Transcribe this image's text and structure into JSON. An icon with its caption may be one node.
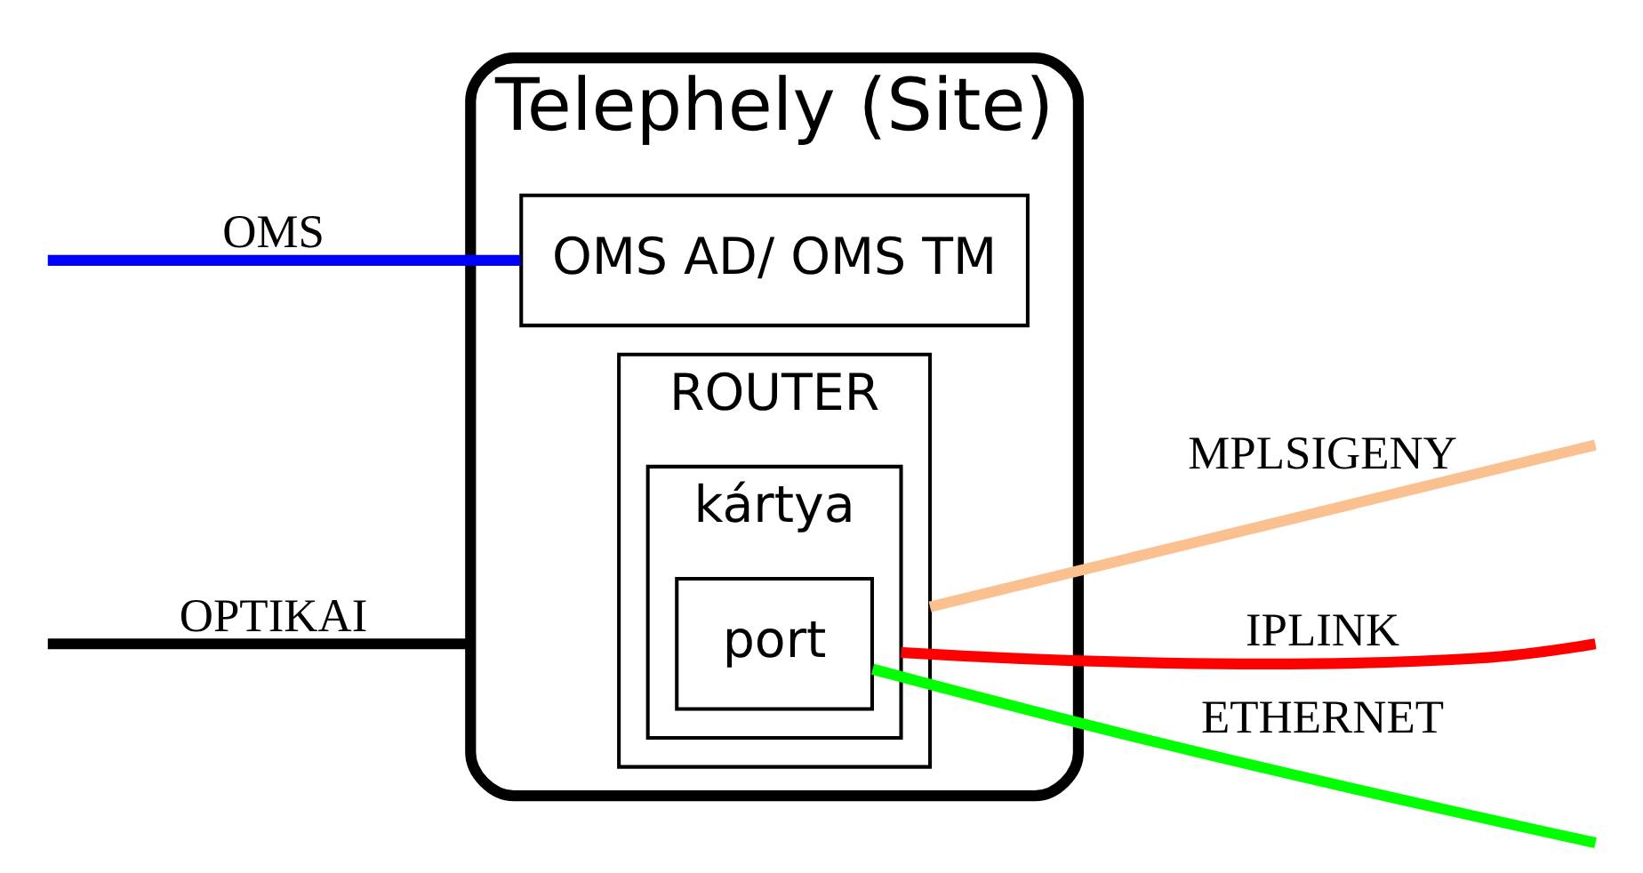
{
  "diagram": {
    "nodes": [
      {
        "text": [
          "Telephely (Site)"
        ]
      },
      {
        "text": [
          "ROUTER"
        ],
        "in": 0
      },
      {
        "text": [
          "kártya"
        ],
        "in": 1
      },
      {
        "text": [
          "port"
        ],
        "in": 2
      },
      {
        "text": [
          "OMS AD/ OMS TM"
        ],
        "in": 0
      }
    ],
    "edges": [
      {
        "from": 1,
        "to": null,
        "arrow": "none",
        "label": "MPLSIGENY",
        "color": "#fac090"
      },
      {
        "from": 2,
        "to": null,
        "arrow": "none",
        "label": "IPLINK",
        "color": "#ff0000"
      },
      {
        "from": 3,
        "to": null,
        "arrow": "none",
        "label": "ETHERNET",
        "color": "#00ff00"
      },
      {
        "from": null,
        "to": 4,
        "arrow": "none",
        "label": "OMS",
        "color": "#0000ff"
      },
      {
        "from": null,
        "to": 0,
        "arrow": "none",
        "label": "OPTIKAI",
        "color": "#000000"
      }
    ]
  }
}
